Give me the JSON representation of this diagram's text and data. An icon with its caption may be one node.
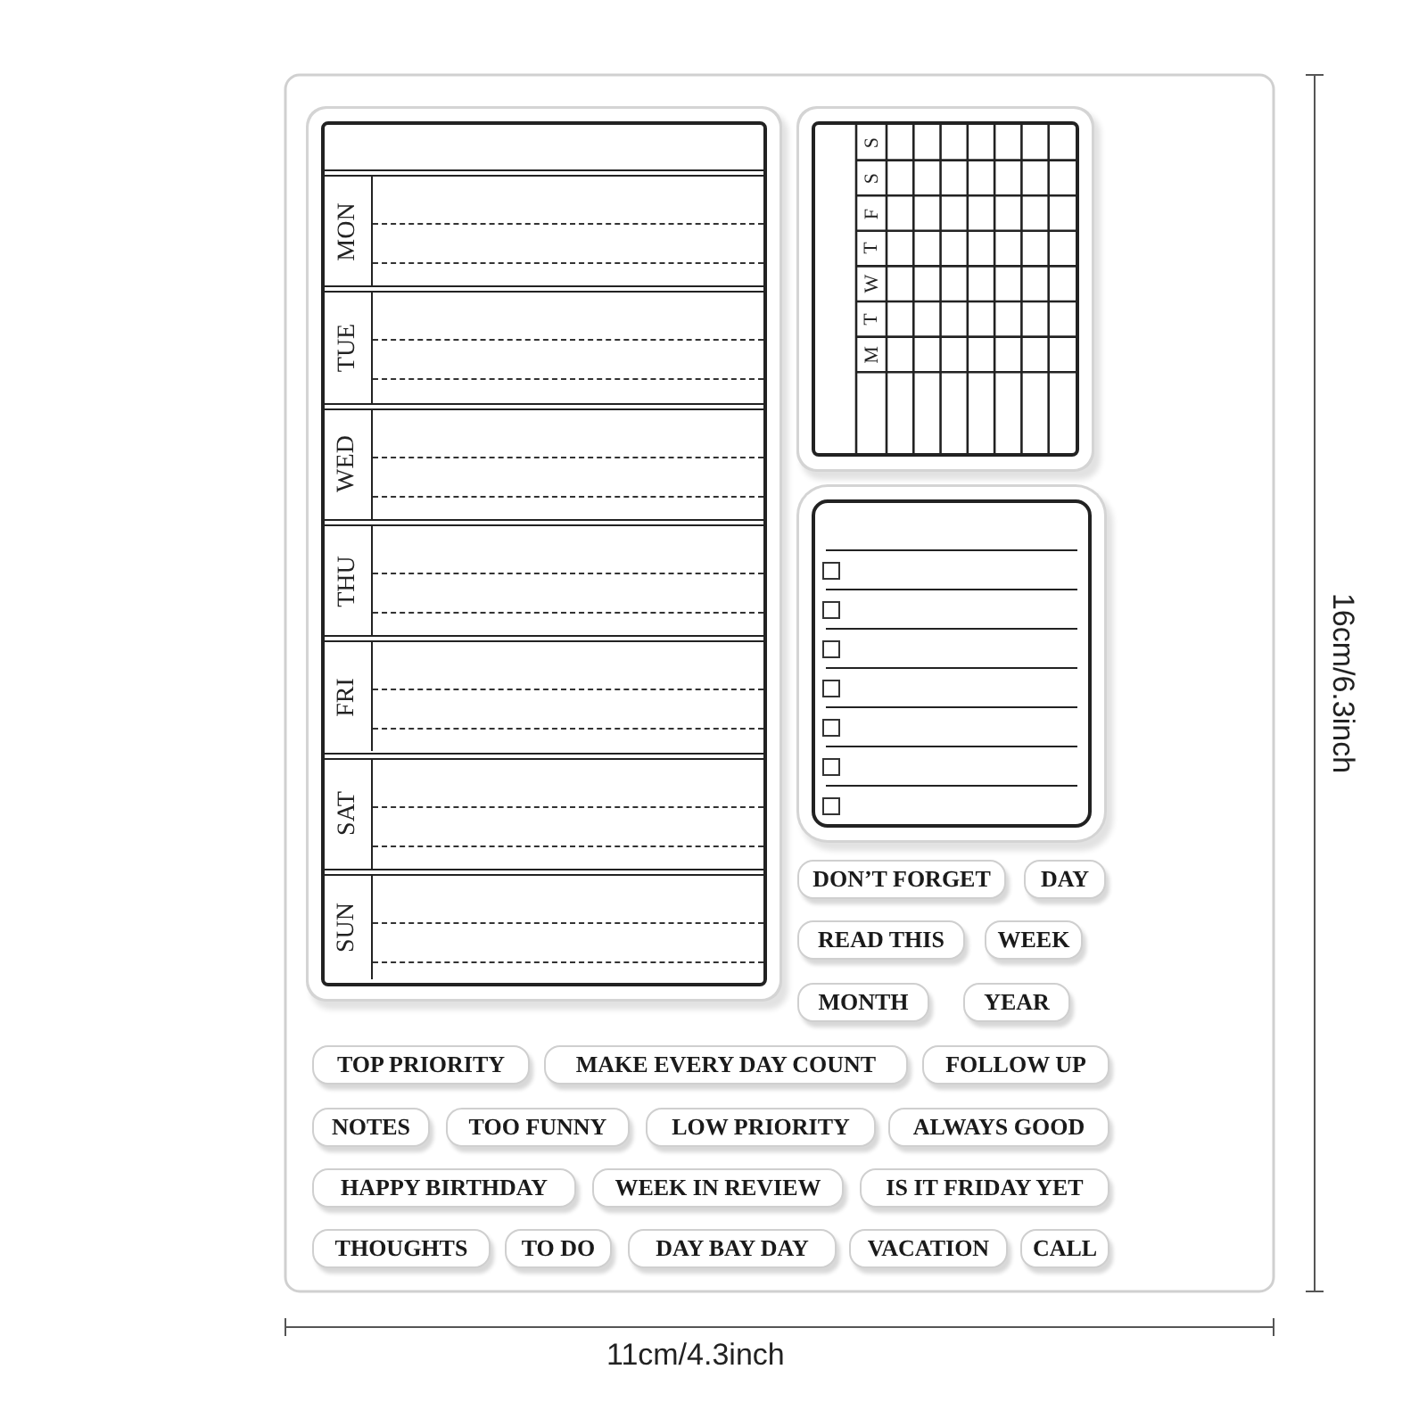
{
  "diagram": {
    "nodes": [
      {
        "text": [],
        "shape": "box"
      },
      {
        "text": [
          "MON"
        ],
        "in": 0
      },
      {
        "text": [
          "TUE"
        ],
        "in": 0
      },
      {
        "text": [
          "WED"
        ],
        "in": 0
      },
      {
        "text": [
          "THU"
        ],
        "in": 0
      },
      {
        "text": [
          "FRI"
        ],
        "in": 0
      },
      {
        "text": [
          "SAT"
        ],
        "in": 0
      },
      {
        "text": [
          "SUN"
        ],
        "in": 0
      },
      {
        "text": [],
        "shape": "box"
      },
      {
        "text": [],
        "shape": "box"
      },
      {
        "text": [
          "DON’T FORGET"
        ]
      },
      {
        "text": [
          "DAY"
        ]
      },
      {
        "text": [
          "READ THIS"
        ]
      },
      {
        "text": [
          "WEEK"
        ]
      },
      {
        "text": [
          "MONTH"
        ]
      },
      {
        "text": [
          "YEAR"
        ]
      },
      {
        "text": [
          "TOP PRIORITY"
        ]
      },
      {
        "text": [
          "MAKE EVERY DAY COUNT"
        ]
      },
      {
        "text": [
          "FOLLOW UP"
        ]
      },
      {
        "text": [
          "NOTES"
        ]
      },
      {
        "text": [
          "TOO FUNNY"
        ]
      },
      {
        "text": [
          "LOW PRIORITY"
        ]
      },
      {
        "text": [
          "ALWAYS GOOD"
        ]
      },
      {
        "text": [
          "HAPPY BIRTHDAY"
        ]
      },
      {
        "text": [
          "WEEK IN REVIEW"
        ]
      },
      {
        "text": [
          "IS IT FRIDAY YET"
        ]
      },
      {
        "text": [
          "THOUGHTS"
        ]
      },
      {
        "text": [
          "TO DO"
        ]
      },
      {
        "text": [
          "DAY BAY DAY"
        ]
      },
      {
        "text": [
          "VACATION"
        ]
      },
      {
        "text": [
          "CALL"
        ]
      }
    ],
    "labels": [
      "M",
      "T",
      "W",
      "T",
      "F",
      "S",
      "S",
      "16cm/6.3inch",
      "11cm/4.3inch"
    ]
  }
}
